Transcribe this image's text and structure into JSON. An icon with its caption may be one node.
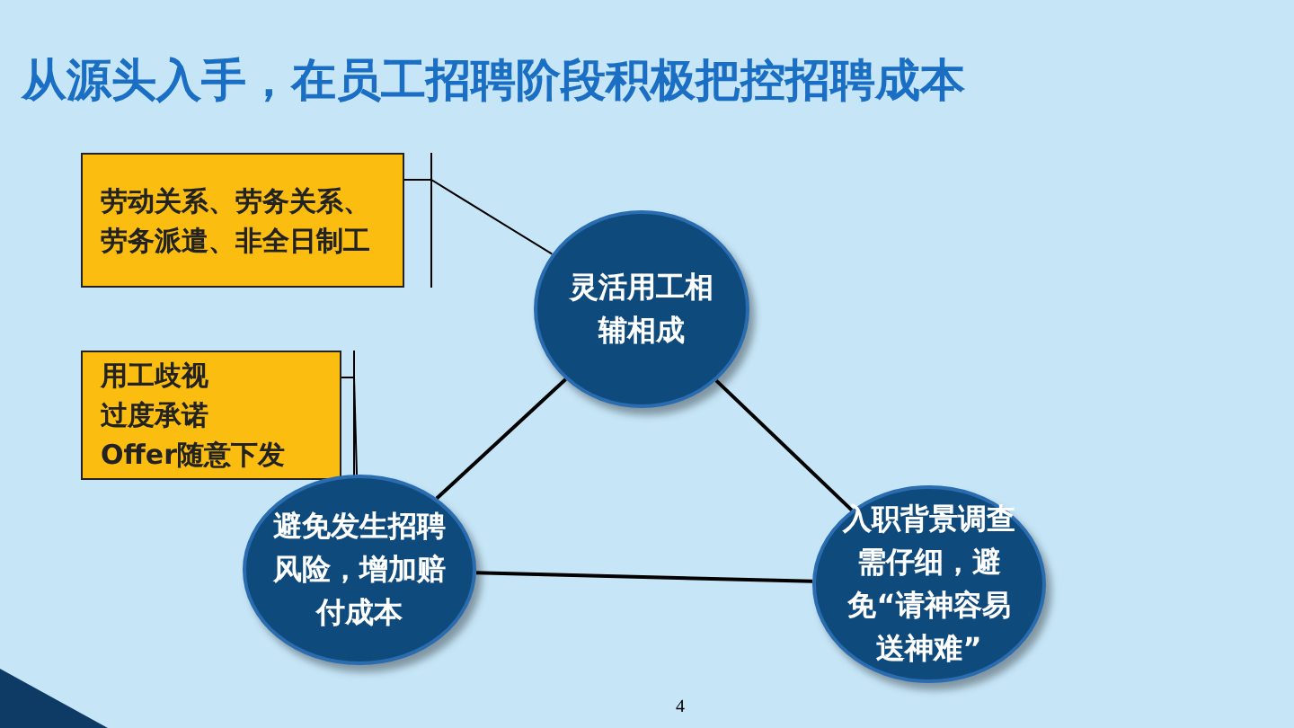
{
  "diagram": {
    "title": "从源头入手，在员工招聘阶段积极把控招聘成本",
    "nodes": [
      {
        "text": [
          "劳动关系、劳务关系、劳务派遣、非全日制工"
        ]
      },
      {
        "text": [
          "灵活用工相辅相成"
        ]
      },
      {
        "text": [
          "用工歧视",
          "过度承诺",
          "Offer随意下发"
        ]
      },
      {
        "text": [
          "避免发生招聘风险，增加赔付成本"
        ]
      },
      {
        "text": [
          "入职背景调查需仔细，避免“请神容易送神难”"
        ]
      }
    ],
    "edges": [
      {
        "from": 1,
        "to": 3,
        "arrow": "none"
      },
      {
        "from": 1,
        "to": 4,
        "arrow": "none"
      },
      {
        "from": 3,
        "to": 4,
        "arrow": "none"
      },
      {
        "from": 0,
        "to": 1,
        "arrow": "none"
      },
      {
        "from": 2,
        "to": 3,
        "arrow": "none"
      }
    ],
    "labels": [
      "4"
    ]
  }
}
